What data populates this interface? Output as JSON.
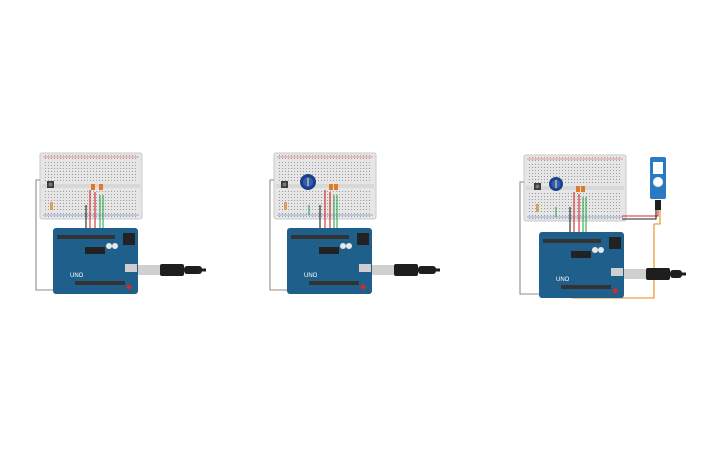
{
  "circuits": [
    {
      "id": "circuit-1",
      "components": [
        "breadboard",
        "arduino-uno",
        "usb-cable",
        "pushbutton",
        "led",
        "resistor"
      ],
      "board_label": "UNO"
    },
    {
      "id": "circuit-2",
      "components": [
        "breadboard",
        "arduino-uno",
        "usb-cable",
        "pushbutton",
        "potentiometer",
        "led",
        "resistor"
      ],
      "board_label": "UNO"
    },
    {
      "id": "circuit-3",
      "components": [
        "breadboard",
        "arduino-uno",
        "usb-cable",
        "pushbutton",
        "potentiometer",
        "led",
        "resistor",
        "servo-motor"
      ],
      "board_label": "UNO"
    }
  ],
  "colors": {
    "background": "#ffffff",
    "breadboard": "#e6e6e6",
    "arduino": "#1f5f8b",
    "wire_red": "#d62a2a",
    "wire_green": "#2fa84f",
    "wire_black": "#222222",
    "wire_gray": "#8c8c8c",
    "wire_orange": "#e88a1a",
    "servo": "#2b79c2"
  }
}
